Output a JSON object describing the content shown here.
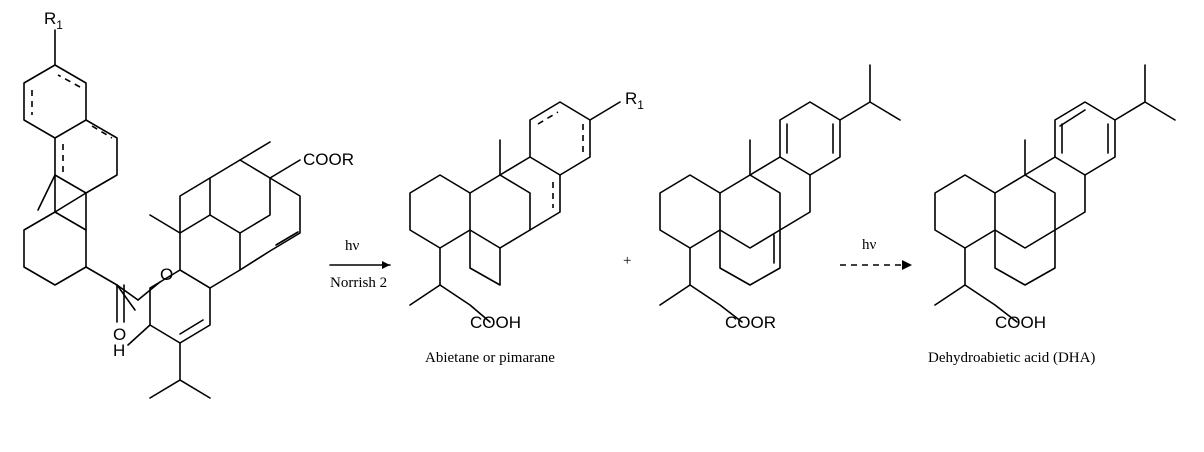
{
  "reactant": {
    "r1_label": "R",
    "r1_subscript": "1",
    "ester_label": "COOR",
    "carbonyl_o_label": "O",
    "ester_o_label": "O",
    "h_label": "H"
  },
  "arrow1": {
    "top_label": "hν",
    "bottom_label": "Norrish 2"
  },
  "product1": {
    "r1_label": "R",
    "r1_subscript": "1",
    "acid_label": "COOH",
    "caption": "Abietane or pimarane"
  },
  "plus_sign": "+",
  "product2": {
    "ester_label": "COOR"
  },
  "arrow2": {
    "top_label": "hν"
  },
  "product3": {
    "acid_label": "COOH",
    "caption": "Dehydroabietic acid (DHA)"
  }
}
